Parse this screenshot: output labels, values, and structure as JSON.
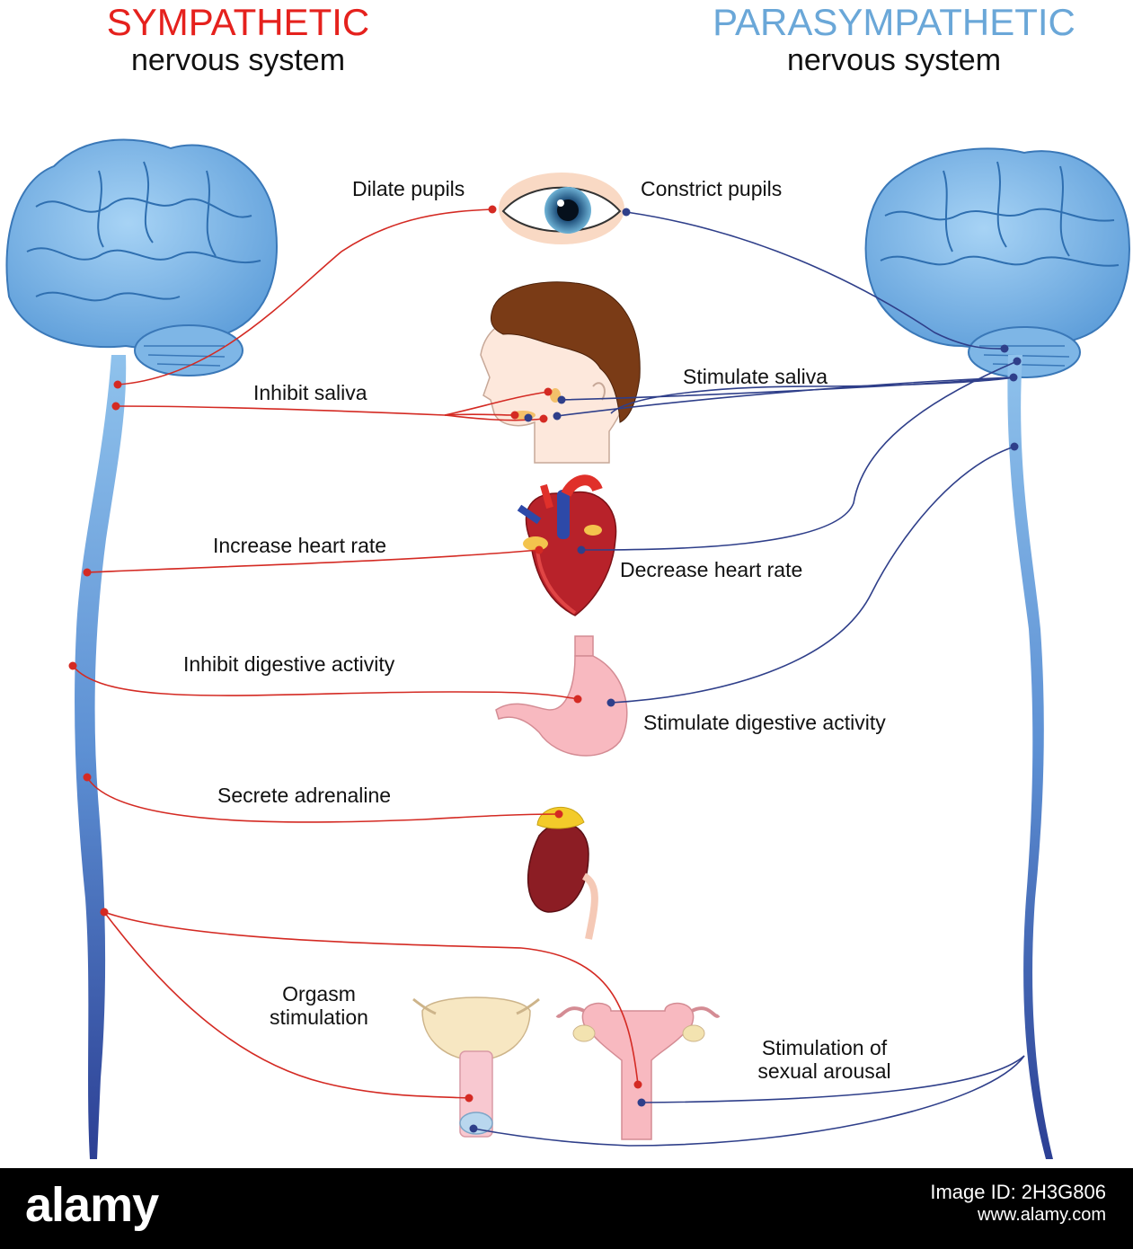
{
  "header": {
    "sympathetic_title": "SYMPATHETIC",
    "sympathetic_sub": "nervous system",
    "parasympathetic_title": "PARASYMPATHETIC",
    "parasympathetic_sub": "nervous system"
  },
  "labels": {
    "dilate_pupils": "Dilate pupils",
    "constrict_pupils": "Constrict pupils",
    "inhibit_saliva": "Inhibit saliva",
    "stimulate_saliva": "Stimulate saliva",
    "increase_heart_rate": "Increase heart rate",
    "decrease_heart_rate": "Decrease heart rate",
    "inhibit_digestive": "Inhibit digestive activity",
    "stimulate_digestive": "Stimulate digestive activity",
    "secrete_adrenaline": "Secrete adrenaline",
    "orgasm_line1": "Orgasm",
    "orgasm_line2": "stimulation",
    "arousal_line1": "Stimulation of",
    "arousal_line2": "sexual arousal"
  },
  "colors": {
    "sympathetic": "#e5211d",
    "parasympathetic": "#6aa7d8",
    "nerve_red": "#d42a23",
    "nerve_blue": "#2f3f8a"
  },
  "footer": {
    "logo": "alamy",
    "image_id": "Image ID: 2H3G806",
    "url": "www.alamy.com"
  }
}
